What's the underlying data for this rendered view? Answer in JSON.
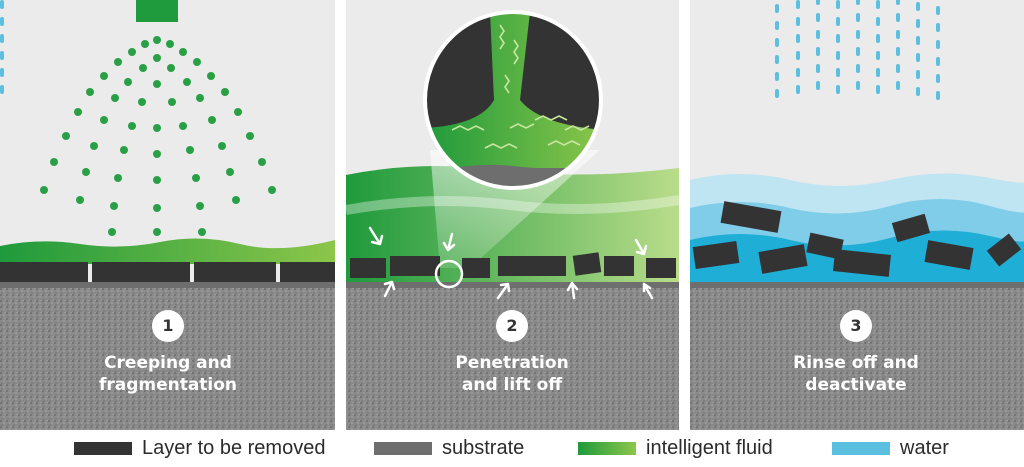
{
  "steps": [
    {
      "number": "1",
      "title_line1": "Creeping and",
      "title_line2": "fragmentation"
    },
    {
      "number": "2",
      "title_line1": "Penetration",
      "title_line2": "and lift off"
    },
    {
      "number": "3",
      "title_line1": "Rinse off and",
      "title_line2": "deactivate"
    }
  ],
  "legend": [
    {
      "label": "Layer to be removed",
      "color": "#333333"
    },
    {
      "label": "substrate",
      "color": "#6e6e6e"
    },
    {
      "label": "intelligent fluid",
      "color": "#1f9a3c",
      "color_end": "#8cc64a"
    },
    {
      "label": "water",
      "color": "#5bbfe0"
    }
  ],
  "colors": {
    "panel_background": "#ebebeb",
    "layer": "#333333",
    "substrate": "#6e6e6e",
    "fluid": "#1f9a3c",
    "fluid_light": "#8cc64a",
    "water": "#5bbfe0",
    "water_dark": "#1faed6",
    "water_light": "#bfe4f2"
  }
}
